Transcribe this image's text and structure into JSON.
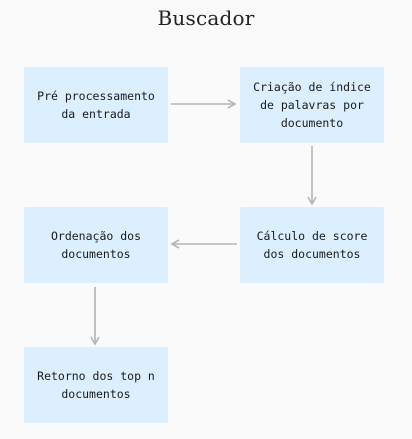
{
  "diagram": {
    "title": "Buscador",
    "nodes": [
      {
        "id": "preprocess",
        "label": "Pré processamento\nda entrada"
      },
      {
        "id": "index",
        "label": "Criação de índice\nde palavras por\ndocumento"
      },
      {
        "id": "score",
        "label": "Cálculo de score\ndos documentos"
      },
      {
        "id": "sort",
        "label": "Ordenação dos\ndocumentos"
      },
      {
        "id": "topn",
        "label": "Retorno dos top n\ndocumentos"
      }
    ],
    "edges": [
      {
        "from": "preprocess",
        "to": "index"
      },
      {
        "from": "index",
        "to": "score"
      },
      {
        "from": "score",
        "to": "sort"
      },
      {
        "from": "sort",
        "to": "topn"
      }
    ],
    "colors": {
      "node_fill": "#dcefff",
      "arrow": "#b5b5b5",
      "background": "#fafafa"
    }
  }
}
